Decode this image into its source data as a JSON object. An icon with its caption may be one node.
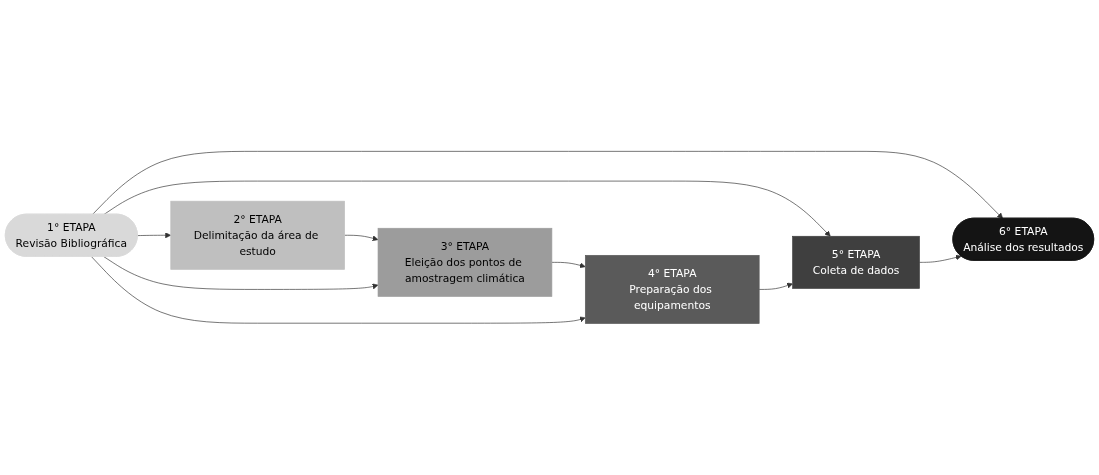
{
  "diagram": {
    "nodes": [
      {
        "text": [
          "1° ETAPA",
          "Revisão Bibliográfica"
        ]
      },
      {
        "text": [
          "2° ETAPA",
          "Delimitação da área de estudo"
        ]
      },
      {
        "text": [
          "3° ETAPA",
          "Eleição dos pontos de amostragem climática"
        ]
      },
      {
        "text": [
          "4° ETAPA",
          "Preparação dos equipamentos"
        ]
      },
      {
        "text": [
          "5° ETAPA",
          "Coleta de dados"
        ]
      },
      {
        "text": [
          "6° ETAPA",
          "Análise dos resultados"
        ]
      }
    ],
    "edges": [
      {
        "from": 0,
        "to": 1,
        "arrow": "to"
      },
      {
        "from": 1,
        "to": 2,
        "arrow": "to"
      },
      {
        "from": 0,
        "to": 2,
        "arrow": "to"
      },
      {
        "from": 2,
        "to": 3,
        "arrow": "to"
      },
      {
        "from": 0,
        "to": 3,
        "arrow": "to"
      },
      {
        "from": 0,
        "to": 4,
        "arrow": "to"
      },
      {
        "from": 0,
        "to": 5,
        "arrow": "to"
      },
      {
        "from": 3,
        "to": 4,
        "arrow": "to"
      },
      {
        "from": 4,
        "to": 5,
        "arrow": "to"
      }
    ]
  }
}
